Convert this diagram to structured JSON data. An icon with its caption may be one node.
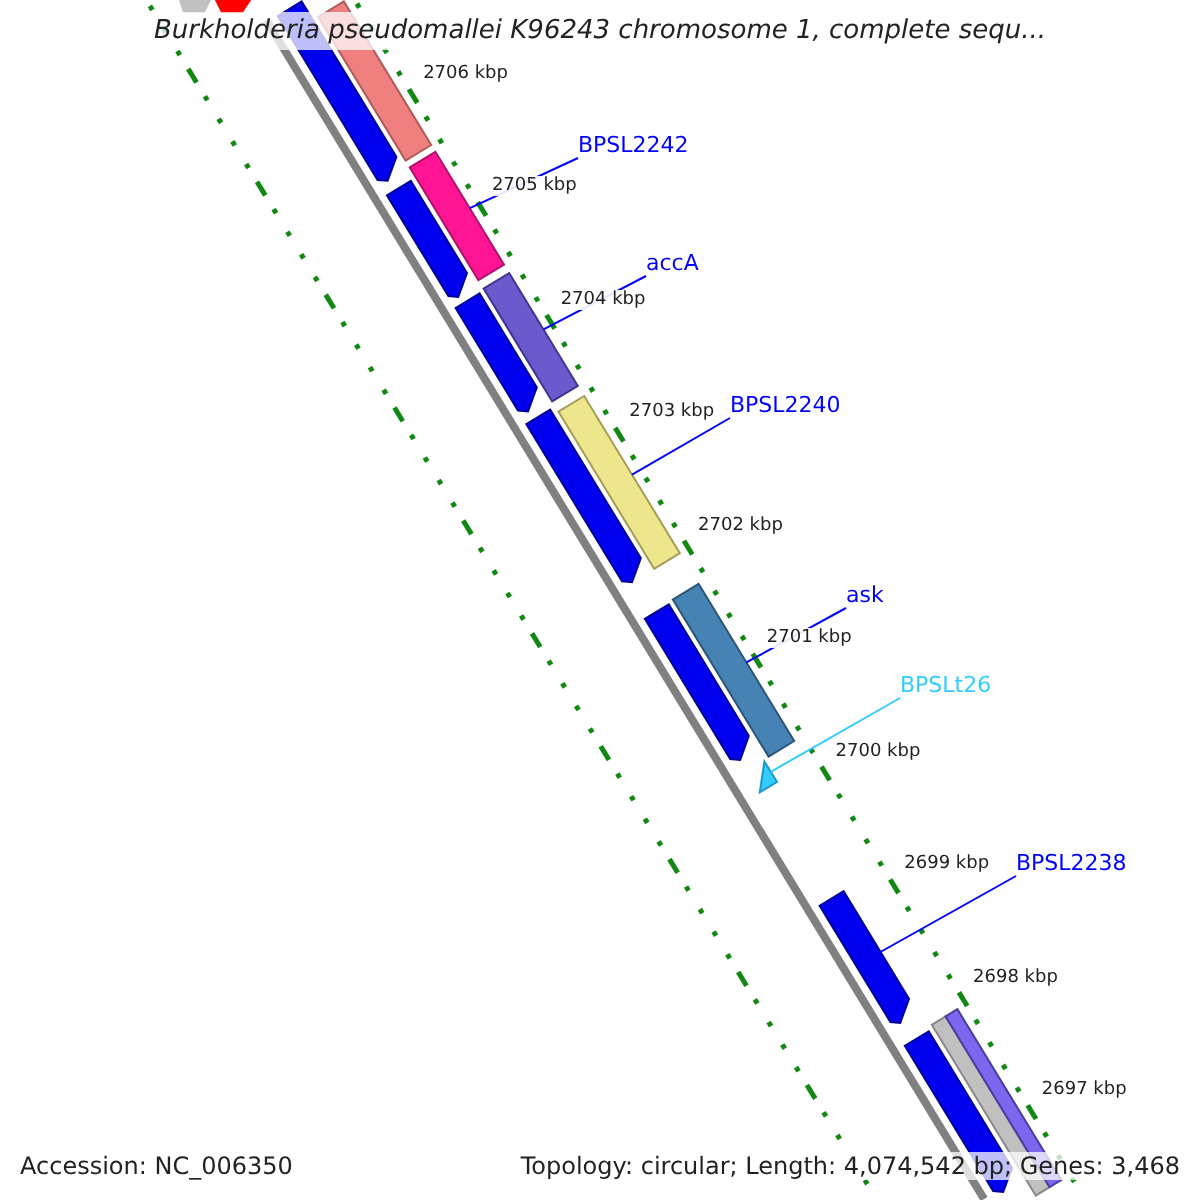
{
  "diagram": {
    "title": "Burkholderia pseudomallei K96243 chromosome 1, complete sequ...",
    "nodes": [
      {
        "text": [
          "BPSL2242"
        ]
      },
      {
        "text": [],
        "shape": "bar"
      },
      {
        "text": [
          "accA"
        ]
      },
      {
        "text": [],
        "shape": "bar"
      },
      {
        "text": [
          "BPSL2240"
        ]
      },
      {
        "text": [],
        "shape": "bar"
      },
      {
        "text": [
          "ask"
        ]
      },
      {
        "text": [],
        "shape": "bar"
      },
      {
        "text": [
          "BPSLt26"
        ]
      },
      {
        "text": [],
        "shape": "triangle"
      },
      {
        "text": [
          "BPSL2238"
        ]
      },
      {
        "text": [],
        "shape": "arrow"
      },
      {
        "text": [],
        "shape": "bar"
      },
      {
        "text": [],
        "shape": "bar"
      },
      {
        "text": [],
        "shape": "bar"
      },
      {
        "text": [],
        "shape": "arrow"
      },
      {
        "text": [],
        "shape": "arrow"
      },
      {
        "text": [],
        "shape": "arrow"
      },
      {
        "text": [],
        "shape": "arrow"
      },
      {
        "text": [],
        "shape": "arrow"
      },
      {
        "text": [],
        "shape": "arrow"
      },
      {
        "text": [],
        "shape": "bar"
      },
      {
        "text": [],
        "shape": "bar"
      }
    ],
    "edges": [
      {
        "from": 0,
        "to": 1,
        "arrow": "none"
      },
      {
        "from": 2,
        "to": 3,
        "arrow": "none"
      },
      {
        "from": 4,
        "to": 5,
        "arrow": "none"
      },
      {
        "from": 6,
        "to": 7,
        "arrow": "none"
      },
      {
        "from": 8,
        "to": 9,
        "arrow": "none",
        "color": "#33ccff"
      },
      {
        "from": 10,
        "to": 11,
        "arrow": "none"
      }
    ],
    "labels": [
      "2706 kbp",
      "2705 kbp",
      "2704 kbp",
      "2703 kbp",
      "2702 kbp",
      "2701 kbp",
      "2700 kbp",
      "2699 kbp",
      "2698 kbp",
      "2697 kbp",
      "Accession: NC_006350",
      "Topology: circular; Length: 4,074,542 bp; Genes: 3,468"
    ]
  }
}
